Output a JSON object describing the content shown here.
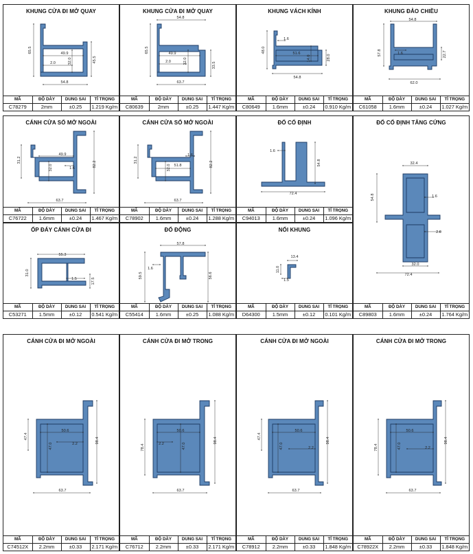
{
  "table_headers": [
    "MÃ",
    "ĐỘ DÀY",
    "DUNG SAI",
    "TỈ TRỌNG"
  ],
  "colors": {
    "profile_fill": "#5b88ba",
    "profile_stroke": "#1c3a63",
    "border": "#222222"
  },
  "cells": [
    {
      "title": "KHUNG CỬA ĐI MỞ QUAY",
      "code": "C78279",
      "thickness": "2mm",
      "tolerance": "±0.25",
      "density": "1.219 Kg/m",
      "dims": [
        "49.9",
        "32.0",
        "2.0",
        "65.5",
        "45.5",
        "54.8"
      ]
    },
    {
      "title": "KHUNG CỬA ĐI MỞ QUAY",
      "code": "C80639",
      "thickness": "2mm",
      "tolerance": "±0.25",
      "density": "1.447 Kg/m",
      "dims": [
        "54.8",
        "49.9",
        "32.0",
        "2.0",
        "65.5",
        "33.5",
        "63.7"
      ]
    },
    {
      "title": "KHUNG VÁCH KÍNH",
      "code": "C80649",
      "thickness": "1.6mm",
      "tolerance": "±0.24",
      "density": "0.910 Kg/m",
      "dims": [
        "1.6",
        "51.6",
        "48.0",
        "14.0",
        "28.0",
        "54.8"
      ]
    },
    {
      "title": "KHUNG ĐẢO CHIỀU",
      "code": "C61058",
      "thickness": "1.6mm",
      "tolerance": "±0.24",
      "density": "1.027 Kg/m",
      "dims": [
        "54.8",
        "57.8",
        "1.6",
        "22.7",
        "62.0"
      ]
    },
    {
      "title": "CÁNH CỬA SỔ MỞ NGOÀI",
      "code": "C76722",
      "thickness": "1.6mm",
      "tolerance": "±0.24",
      "density": "1.467 Kg/m",
      "dims": [
        "49.9",
        "31.2",
        "32.0",
        "1.6",
        "82.2",
        "63.7"
      ]
    },
    {
      "title": "CÁNH CỬA SỔ MỞ NGOÀI",
      "code": "C78902",
      "thickness": "1.6mm",
      "tolerance": "±0.24",
      "density": "1.288 Kg/m",
      "dims": [
        "1.6",
        "31.2",
        "32.0",
        "51.8",
        "82.2",
        "63.7"
      ]
    },
    {
      "title": "ĐỐ CỐ ĐỊNH",
      "code": "C94013",
      "thickness": "1.6mm",
      "tolerance": "±0.24",
      "density": "1.096 Kg/m",
      "dims": [
        "1.6",
        "54.8",
        "72.4"
      ]
    },
    {
      "title": "ĐỐ CỐ ĐỊNH TĂNG CỨNG",
      "code": "C89803",
      "thickness": "1.6mm",
      "tolerance": "±0.24",
      "density": "1.764 Kg/m",
      "dims": [
        "32.4",
        "54.8",
        "1.6",
        "2.0",
        "32.0",
        "72.4"
      ]
    },
    {
      "title": "ỐP ĐÁY CÁNH CỬA ĐI",
      "code": "C53271",
      "thickness": "1.5mm",
      "tolerance": "±0.12",
      "density": "0.541 Kg/m",
      "dims": [
        "55.3",
        "31.0",
        "1.5",
        "17.5"
      ]
    },
    {
      "title": "ĐỐ ĐỘNG",
      "code": "C55414",
      "thickness": "1.6mm",
      "tolerance": "±0.25",
      "density": "1.088 Kg/m",
      "dims": [
        "57.8",
        "1.6",
        "59.5",
        "56.6"
      ]
    },
    {
      "title": "NỐI KHUNG",
      "code": "D64300",
      "thickness": "1.5mm",
      "tolerance": "±0.12",
      "density": "0.101 Kg/m",
      "dims": [
        "13.4",
        "11.0",
        "1.5"
      ]
    },
    {
      "title": "CÁNH CỬA ĐI MỞ NGOÀI",
      "code": "C74512X",
      "thickness": "2.2mm",
      "tolerance": "±0.33",
      "density": "2.171 Kg/m",
      "dims": [
        "50.6",
        "47.4",
        "47.0",
        "2.2",
        "98.4",
        "63.7"
      ]
    },
    {
      "title": "CÁNH CỬA ĐI MỞ TRONG",
      "code": "C76712",
      "thickness": "2.2mm",
      "tolerance": "±0.33",
      "density": "2.171 Kg/m",
      "dims": [
        "50.6",
        "78.4",
        "2.2",
        "47.0",
        "98.4",
        "63.7"
      ]
    },
    {
      "title": "CÁNH CỬA ĐI MỞ NGOÀI",
      "code": "C78912",
      "thickness": "2.2mm",
      "tolerance": "±0.33",
      "density": "1.848 Kg/m",
      "dims": [
        "50.6",
        "47.4",
        "47.0",
        "2.2",
        "98.4",
        "63.7"
      ]
    },
    {
      "title": "CÁNH CỬA ĐI MỞ TRONG",
      "code": "C78922X",
      "thickness": "2.2mm",
      "tolerance": "±0.33",
      "density": "1.848 Kg/m",
      "dims": [
        "50.6",
        "78.4",
        "47.0",
        "2.2",
        "98.4",
        "63.7"
      ]
    }
  ]
}
